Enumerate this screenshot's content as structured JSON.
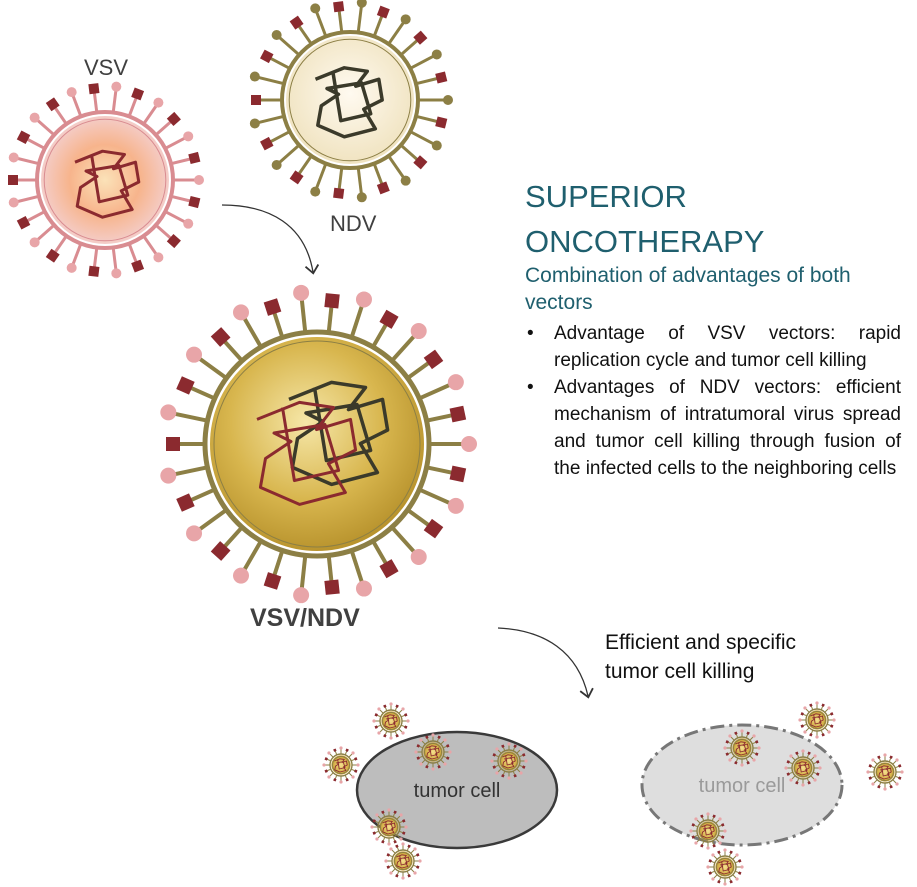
{
  "viruses": {
    "vsv_label": "VSV",
    "ndv_label": "NDV",
    "combo_label": "VSV/NDV"
  },
  "panel": {
    "title_line1": "SUPERIOR",
    "title_line2": "ONCOTHERAPY",
    "subtitle": "Combination of advantages of both vectors",
    "bullets": [
      "Advantage of VSV vectors: rapid replication cycle and tumor cell killing",
      "Advantages of NDV vectors: efficient mechanism of intratumoral virus spread and tumor cell killing through fusion of the infected cells to the neighboring cells"
    ]
  },
  "outcome": {
    "text": "Efficient and specific tumor cell killing",
    "intact_cell_label": "tumor cell",
    "fused_cell_label": "tumor cell"
  },
  "colors": {
    "vsv_spike": "#e8a5a8",
    "vsv_stem": "#d98c91",
    "dark_red": "#8b2a2f",
    "ndv_olive": "#8c7f45",
    "ndv_light": "#f6efd8",
    "gold": "#c9a53c",
    "title_teal": "#1f5f6e",
    "cell_gray": "#bdbdbd",
    "cell_light": "#dedede"
  }
}
